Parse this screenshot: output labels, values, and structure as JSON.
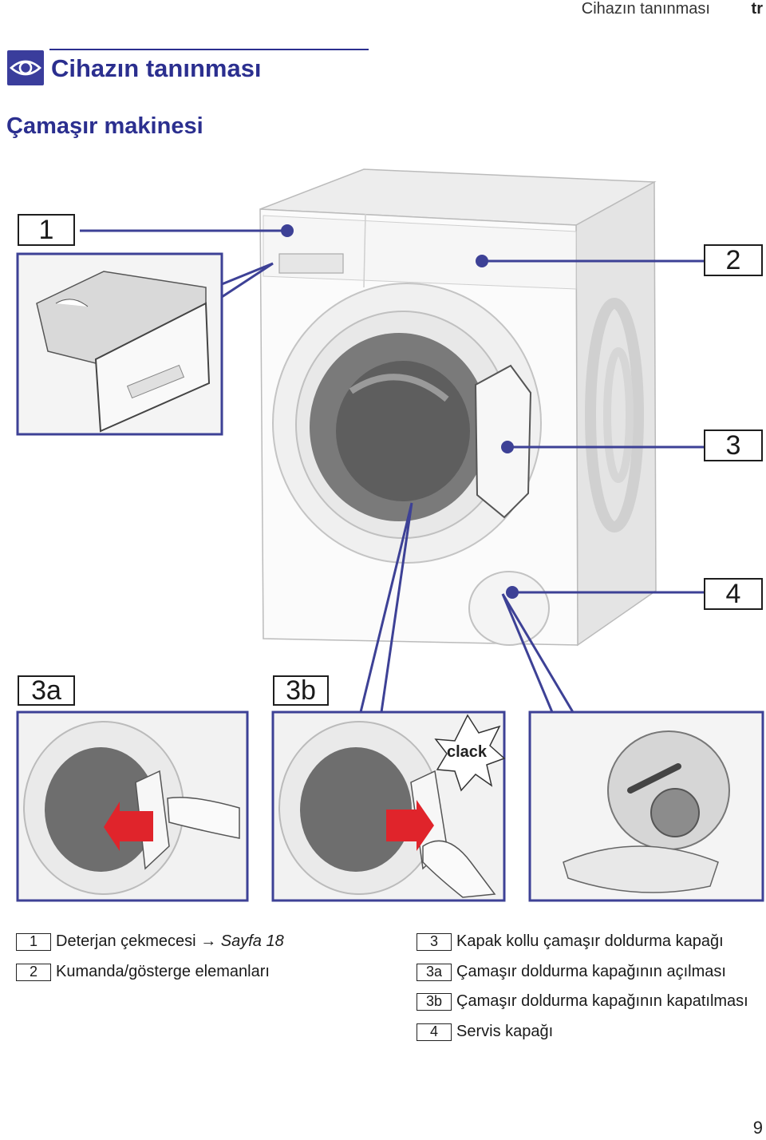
{
  "header": {
    "title": "Cihazın tanınması",
    "lang": "tr"
  },
  "section": {
    "title": "Cihazın tanınması",
    "icon": "eye-icon"
  },
  "subsection": {
    "title": "Çamaşır makinesi"
  },
  "illustration": {
    "callouts": {
      "c1": "1",
      "c2": "2",
      "c3": "3",
      "c4": "4",
      "c3a": "3a",
      "c3b": "3b"
    },
    "clack_text": "clack"
  },
  "legend": {
    "items": [
      {
        "num": "1",
        "text": "Deterjan çekmecesi",
        "arrow": "→",
        "ref": "Sayfa 18"
      },
      {
        "num": "2",
        "text": "Kumanda/gösterge elemanları"
      },
      {
        "num": "3",
        "text": "Kapak kollu çamaşır doldurma kapağı"
      },
      {
        "num": "3a",
        "text": "Çamaşır doldurma kapağının açılması"
      },
      {
        "num": "3b",
        "text": "Çamaşır doldurma kapağının kapatılması"
      },
      {
        "num": "4",
        "text": "Servis kapağı"
      }
    ]
  },
  "page_number": "9",
  "colors": {
    "accent": "#2b2f8f",
    "arrow_red": "#e0242b",
    "line_blue": "#3d4196"
  }
}
